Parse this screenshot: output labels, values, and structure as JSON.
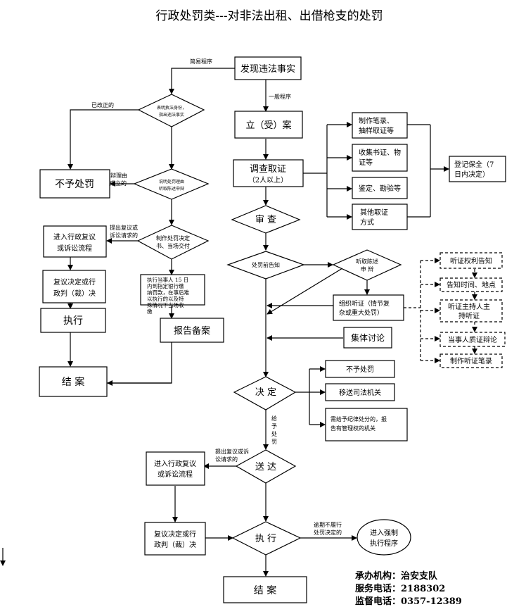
{
  "title": "行政处罚类---对非法出租、出借枪支的处罚",
  "nodes": {
    "discover": "发现违法事实",
    "file_case": "立（受）案",
    "investigate": [
      "调查取证",
      "（2人以上）"
    ],
    "evidence_record": [
      "制作笔录、",
      "抽样取证等"
    ],
    "evidence_docs": [
      "收集书证、物",
      "证等"
    ],
    "evidence_appraisal": "鉴定、勘验等",
    "evidence_other": [
      "其他取证",
      "方式"
    ],
    "preserve": [
      "登记保全（7",
      "日内决定）"
    ],
    "review": "审 查",
    "notify": "处罚前告知",
    "hear_statement": [
      "听取陈述",
      "申 辩"
    ],
    "hearing": [
      "组织听证（情节复",
      "杂或重大处罚）"
    ],
    "collective": "集体讨论",
    "hearing_notice_rights": "听证权利告知",
    "hearing_time_place": "告知时间、地点",
    "hearing_host": [
      "听证主持人主",
      "持听证"
    ],
    "hearing_debate": "当事人质证辩论",
    "hearing_record": "制作听证笔录",
    "decide": "决 定",
    "no_penalty_r": "不予处罚",
    "transfer": "移送司法机关",
    "discipline": [
      "需给予纪律处分的，报",
      "告有管理权的机关"
    ],
    "deliver": "送 达",
    "execute_main": "执 行",
    "end_main": "结 案",
    "enforce": [
      "进入强制",
      "执行程序"
    ],
    "reconsider_r": [
      "进入行政复议",
      "或诉讼流程"
    ],
    "verdict_r": [
      "复议决定或行",
      "政判（裁）决"
    ],
    "show_id": [
      "表明执法身份，",
      "指出违法事实"
    ],
    "explain": [
      "说明处罚理由",
      "听取陈述申辩"
    ],
    "no_penalty_l": "不予处罚",
    "make_decision": [
      "制作处罚决定",
      "书、当场交付"
    ],
    "reconsider_l": [
      "进入行政复议",
      "或诉讼流程"
    ],
    "pay_fine": [
      "执行当事人 15 日",
      "内到指定银行缴",
      "纳罚款，在事后难",
      "以执行的以及特",
      "殊情况下当场收",
      "缴"
    ],
    "verdict_l": [
      "复议决定或行",
      "政判（裁）决"
    ],
    "execute_l": "执行",
    "report": "报告备案",
    "end_l": "结 案"
  },
  "edge_labels": {
    "simple_procedure": "简易程序",
    "general_procedure": "一般程序",
    "corrected": "已改正的",
    "defense_valid": [
      "申辩理由",
      "成立的"
    ],
    "request_review_l": [
      "提出复议或",
      "诉讼请求的"
    ],
    "request_review_r": [
      "提出复议或诉",
      "讼请求的"
    ],
    "give_penalty": [
      "给",
      "予",
      "处",
      "罚"
    ],
    "overdue": [
      "逾期不履行",
      "处罚决定的"
    ]
  },
  "info": {
    "agency": "承办机构：治安支队",
    "service_phone": "服务电话：2188302",
    "supervise_phone": "监督电话：0357-12389"
  }
}
